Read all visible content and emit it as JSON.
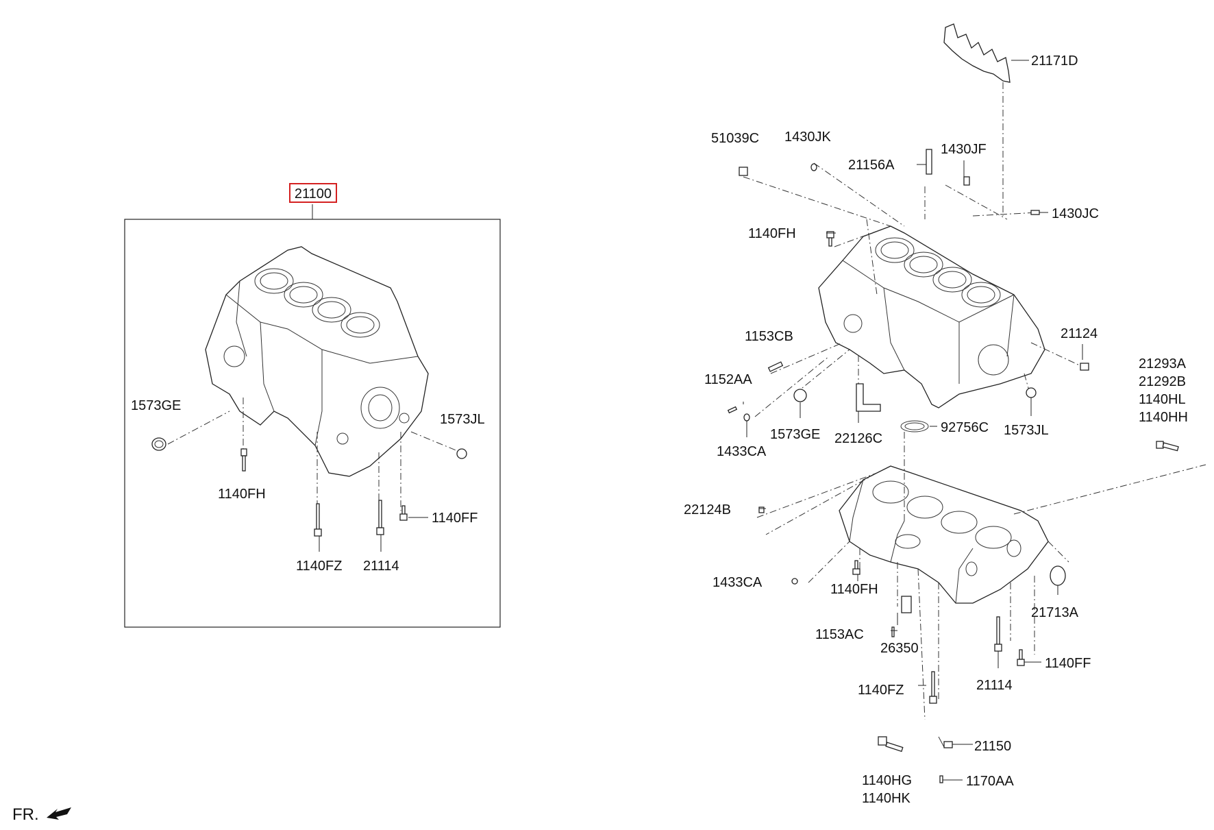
{
  "left_group": {
    "assembly_label": "21100",
    "assembly_highlight_color": "#d42020",
    "labels": [
      "1573GE",
      "1573JL",
      "1140FH",
      "1140FF",
      "1140FZ",
      "21114"
    ]
  },
  "right_group": {
    "labels": [
      "21171D",
      "51039C",
      "1430JK",
      "21156A",
      "1430JF",
      "1430JC",
      "1140FH",
      "1153CB",
      "21124",
      "1152AA",
      "1573GE",
      "22126C",
      "92756C",
      "1573JL",
      "1433CA",
      "21293A",
      "21292B",
      "1140HL",
      "1140HH",
      "22124B",
      "1433CA",
      "1140FH",
      "21713A",
      "1153AC",
      "26350",
      "1140FF",
      "21114",
      "1140FZ",
      "21150",
      "1140HG",
      "1140HK",
      "1170AA"
    ]
  },
  "direction_indicator": {
    "label": "FR."
  }
}
